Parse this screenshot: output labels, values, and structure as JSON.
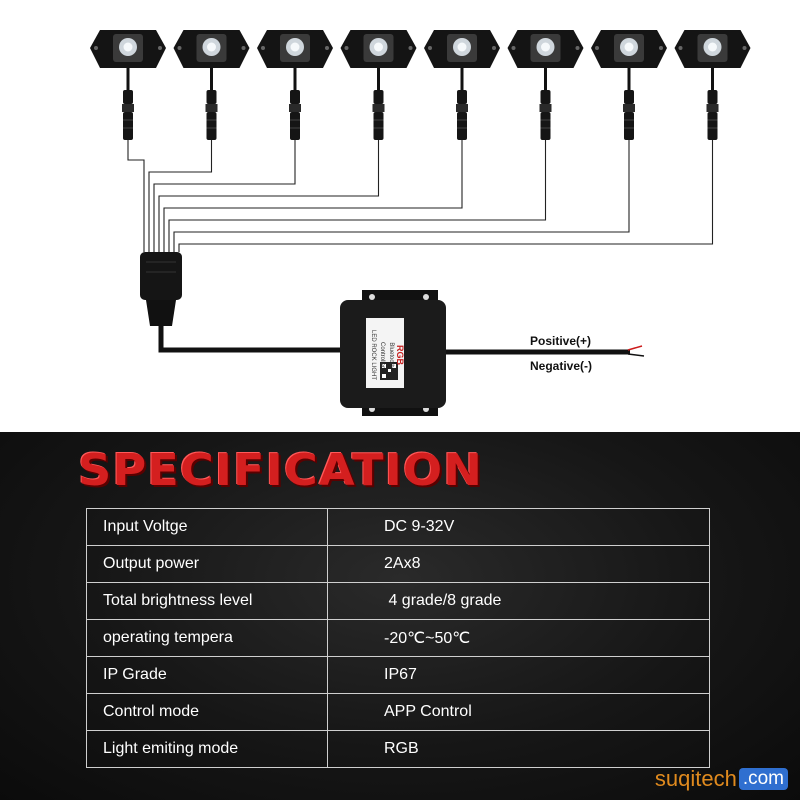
{
  "diagram": {
    "controller": {
      "brand": "RGB",
      "line1": "Bluetooth",
      "line2": "Controller",
      "line3": "LED ROCK LIGHT"
    },
    "wires": {
      "positive": "Positive(+)",
      "negative": "Negative(-)"
    },
    "light_count": 8
  },
  "spec": {
    "title": "SPECIFICATION",
    "rows": [
      {
        "label": "Input Voltge",
        "value": "DC 9-32V"
      },
      {
        "label": "Output power",
        "value": "2Ax8"
      },
      {
        "label": "Total brightness level",
        "value": " 4 grade/8 grade"
      },
      {
        "label": "operating tempera",
        "value": "-20℃~50℃"
      },
      {
        "label": "IP Grade",
        "value": "IP67"
      },
      {
        "label": "Control mode",
        "value": "APP Control"
      },
      {
        "label": "Light emiting mode",
        "value": "RGB"
      }
    ]
  },
  "watermark": {
    "part1": "suqitech",
    "part2": ".com"
  }
}
